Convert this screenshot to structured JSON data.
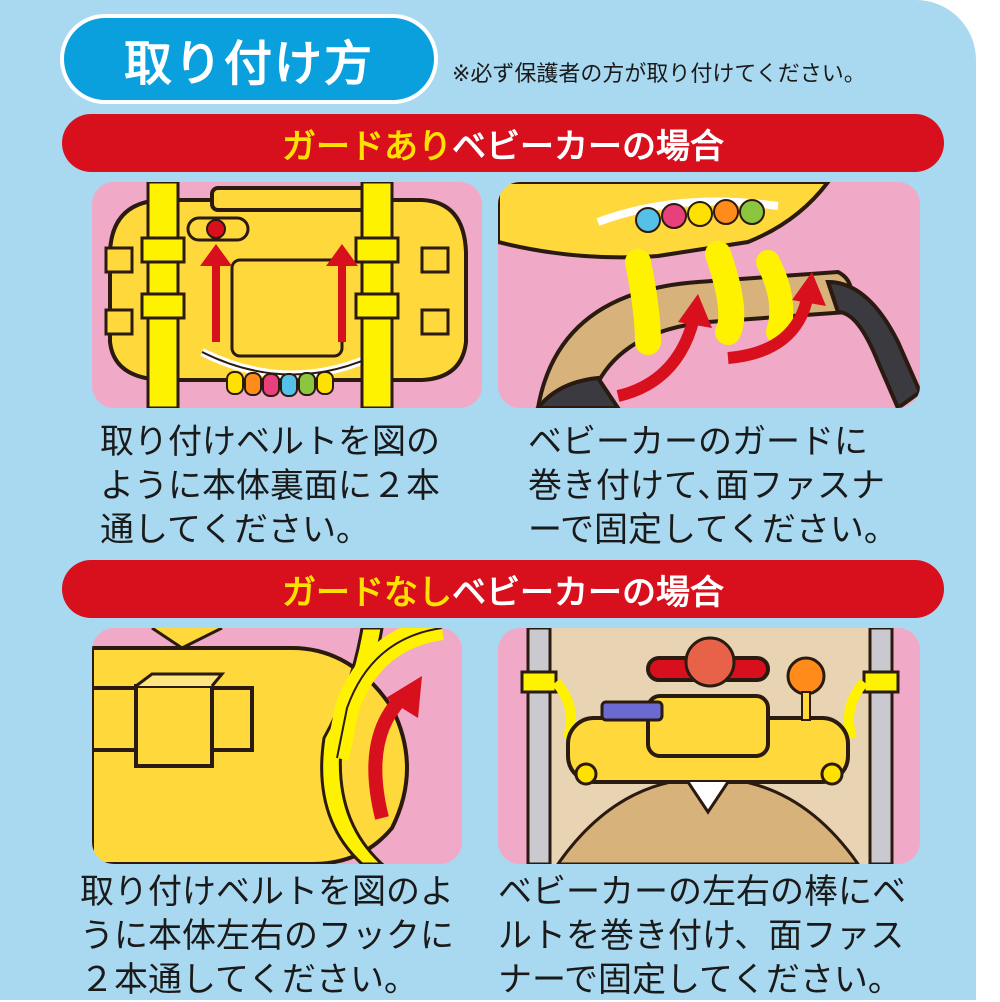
{
  "title": "取り付け方",
  "note": "※必ず保護者の方が取り付けてください。",
  "colors": {
    "background": "#a9d9f0",
    "title_pill": "#0aa0de",
    "banner": "#d8101d",
    "banner_highlight": "#ffe100",
    "image_background": "#f0a9c7"
  },
  "sections": [
    {
      "highlight": "ガードあり",
      "rest": "ベビーカーの場合",
      "captions": [
        [
          "取り付けベルトを図の",
          "ように本体裏面に２本",
          "通してください。"
        ],
        [
          "ベビーカーのガードに",
          "巻き付けて､面ファスナ",
          "ーで固定してください。"
        ]
      ]
    },
    {
      "highlight": "ガードなし",
      "rest": "ベビーカーの場合",
      "captions": [
        [
          "取り付けベルトを図のよ",
          "うに本体左右のフックに",
          "２本通してください。"
        ],
        [
          "ベビーカーの左右の棒にベ",
          "ルトを巻き付け、面ファス",
          "ナーで固定してください。"
        ]
      ]
    }
  ]
}
